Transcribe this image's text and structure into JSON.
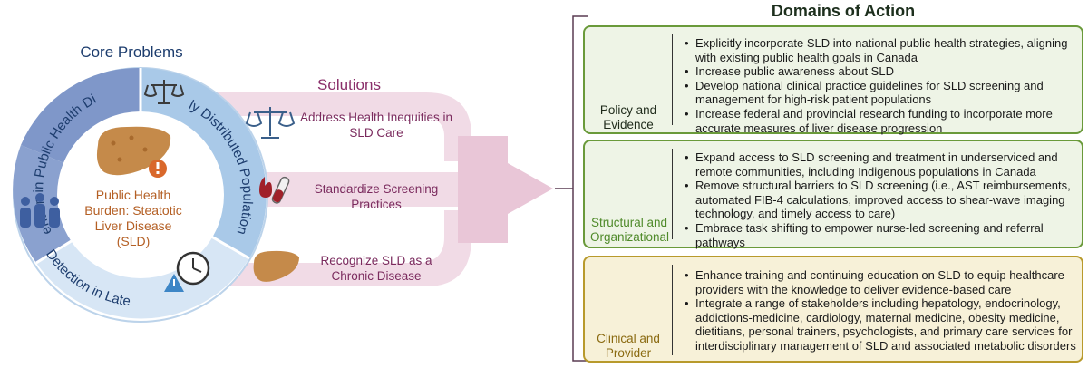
{
  "core": {
    "title": "Core Problems",
    "center": "Public Health Burden: Steatotic Liver Disease (SLD)",
    "segments": [
      "Little Attention in Public Health Discourse",
      "Unevenly Distributed Population Burden",
      "Case Detection in Late Stages"
    ]
  },
  "solutions": {
    "title": "Solutions",
    "items": [
      {
        "label": "Address Health Inequities in SLD Care",
        "icon": "scale-icon"
      },
      {
        "label": "Standardize Screening Practices",
        "icon": "blood-tube-icon"
      },
      {
        "label": "Recognize SLD as a Chronic Disease",
        "icon": "liver-icon"
      }
    ]
  },
  "domains": {
    "title": "Domains of Action",
    "panels": [
      {
        "label": "Policy and Evidence",
        "icon": "checklist-pen-icon",
        "bullets": [
          "Explicitly incorporate SLD into national public health strategies, aligning with existing public health goals in Canada",
          "Increase public awareness about SLD",
          "Develop national clinical practice guidelines for SLD screening and management for high-risk patient populations",
          "Increase federal and provincial research funding to incorporate more accurate measures of liver disease progression"
        ]
      },
      {
        "label": "Structural and Organizational",
        "icon": "hospital-icon",
        "bullets": [
          "Expand access to SLD screening and treatment in underserviced and remote communities, including Indigenous populations in Canada",
          "Remove structural barriers to SLD screening (i.e., AST reimbursements, automated FIB-4 calculations, improved access to shear-wave imaging technology, and timely access to care)",
          "Embrace task shifting to empower nurse-led screening and referral pathways"
        ]
      },
      {
        "label": "Clinical and Provider",
        "icon": "stethoscope-icon",
        "bullets": [
          "Enhance training and continuing education on SLD to equip healthcare providers with the knowledge to deliver evidence-based care",
          "Integrate a range of stakeholders including hepatology, endocrinology, addictions-medicine, cardiology, maternal medicine, obesity medicine, dietitians, personal trainers, psychologists, and primary care services for interdisciplinary management of SLD and associated metabolic disorders"
        ]
      }
    ]
  },
  "colors": {
    "ring_left": "#7f97c9",
    "ring_right": "#a9c9e8",
    "ring_bottom": "#d7e6f5",
    "arrow": "#f1dbe6",
    "panel1": "#6a9a3a",
    "panel2": "#6a9a3a",
    "panel3": "#b89a2c"
  }
}
